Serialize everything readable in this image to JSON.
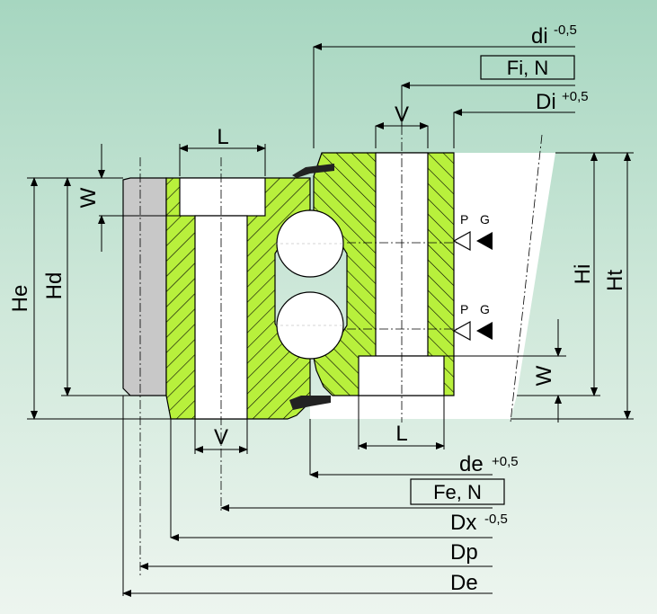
{
  "labels": {
    "di": "di",
    "di_tol": "-0,5",
    "fi": "Fi, N",
    "Di": "Di",
    "Di_tol": "+0,5",
    "V_top": "V",
    "L_top": "L",
    "W_left": "W",
    "He": "He",
    "Hd": "Hd",
    "Hi": "Hi",
    "Ht": "Ht",
    "P1": "P",
    "G1": "G",
    "P2": "P",
    "G2": "G",
    "W_right": "W",
    "V_bottom": "V",
    "L_bottom": "L",
    "de": "de",
    "de_tol": "+0,5",
    "fe": "Fe, N",
    "Dx": "Dx",
    "Dx_tol": "-0,5",
    "Dp": "Dp",
    "De": "De"
  },
  "colors": {
    "background_top": "#a6d6c0",
    "background_bottom": "#edf5ef",
    "ring_fill": "#b8f03c",
    "inner_white": "#ffffff",
    "outer_ring_grey": "#c8c8c8",
    "line": "#000000"
  }
}
